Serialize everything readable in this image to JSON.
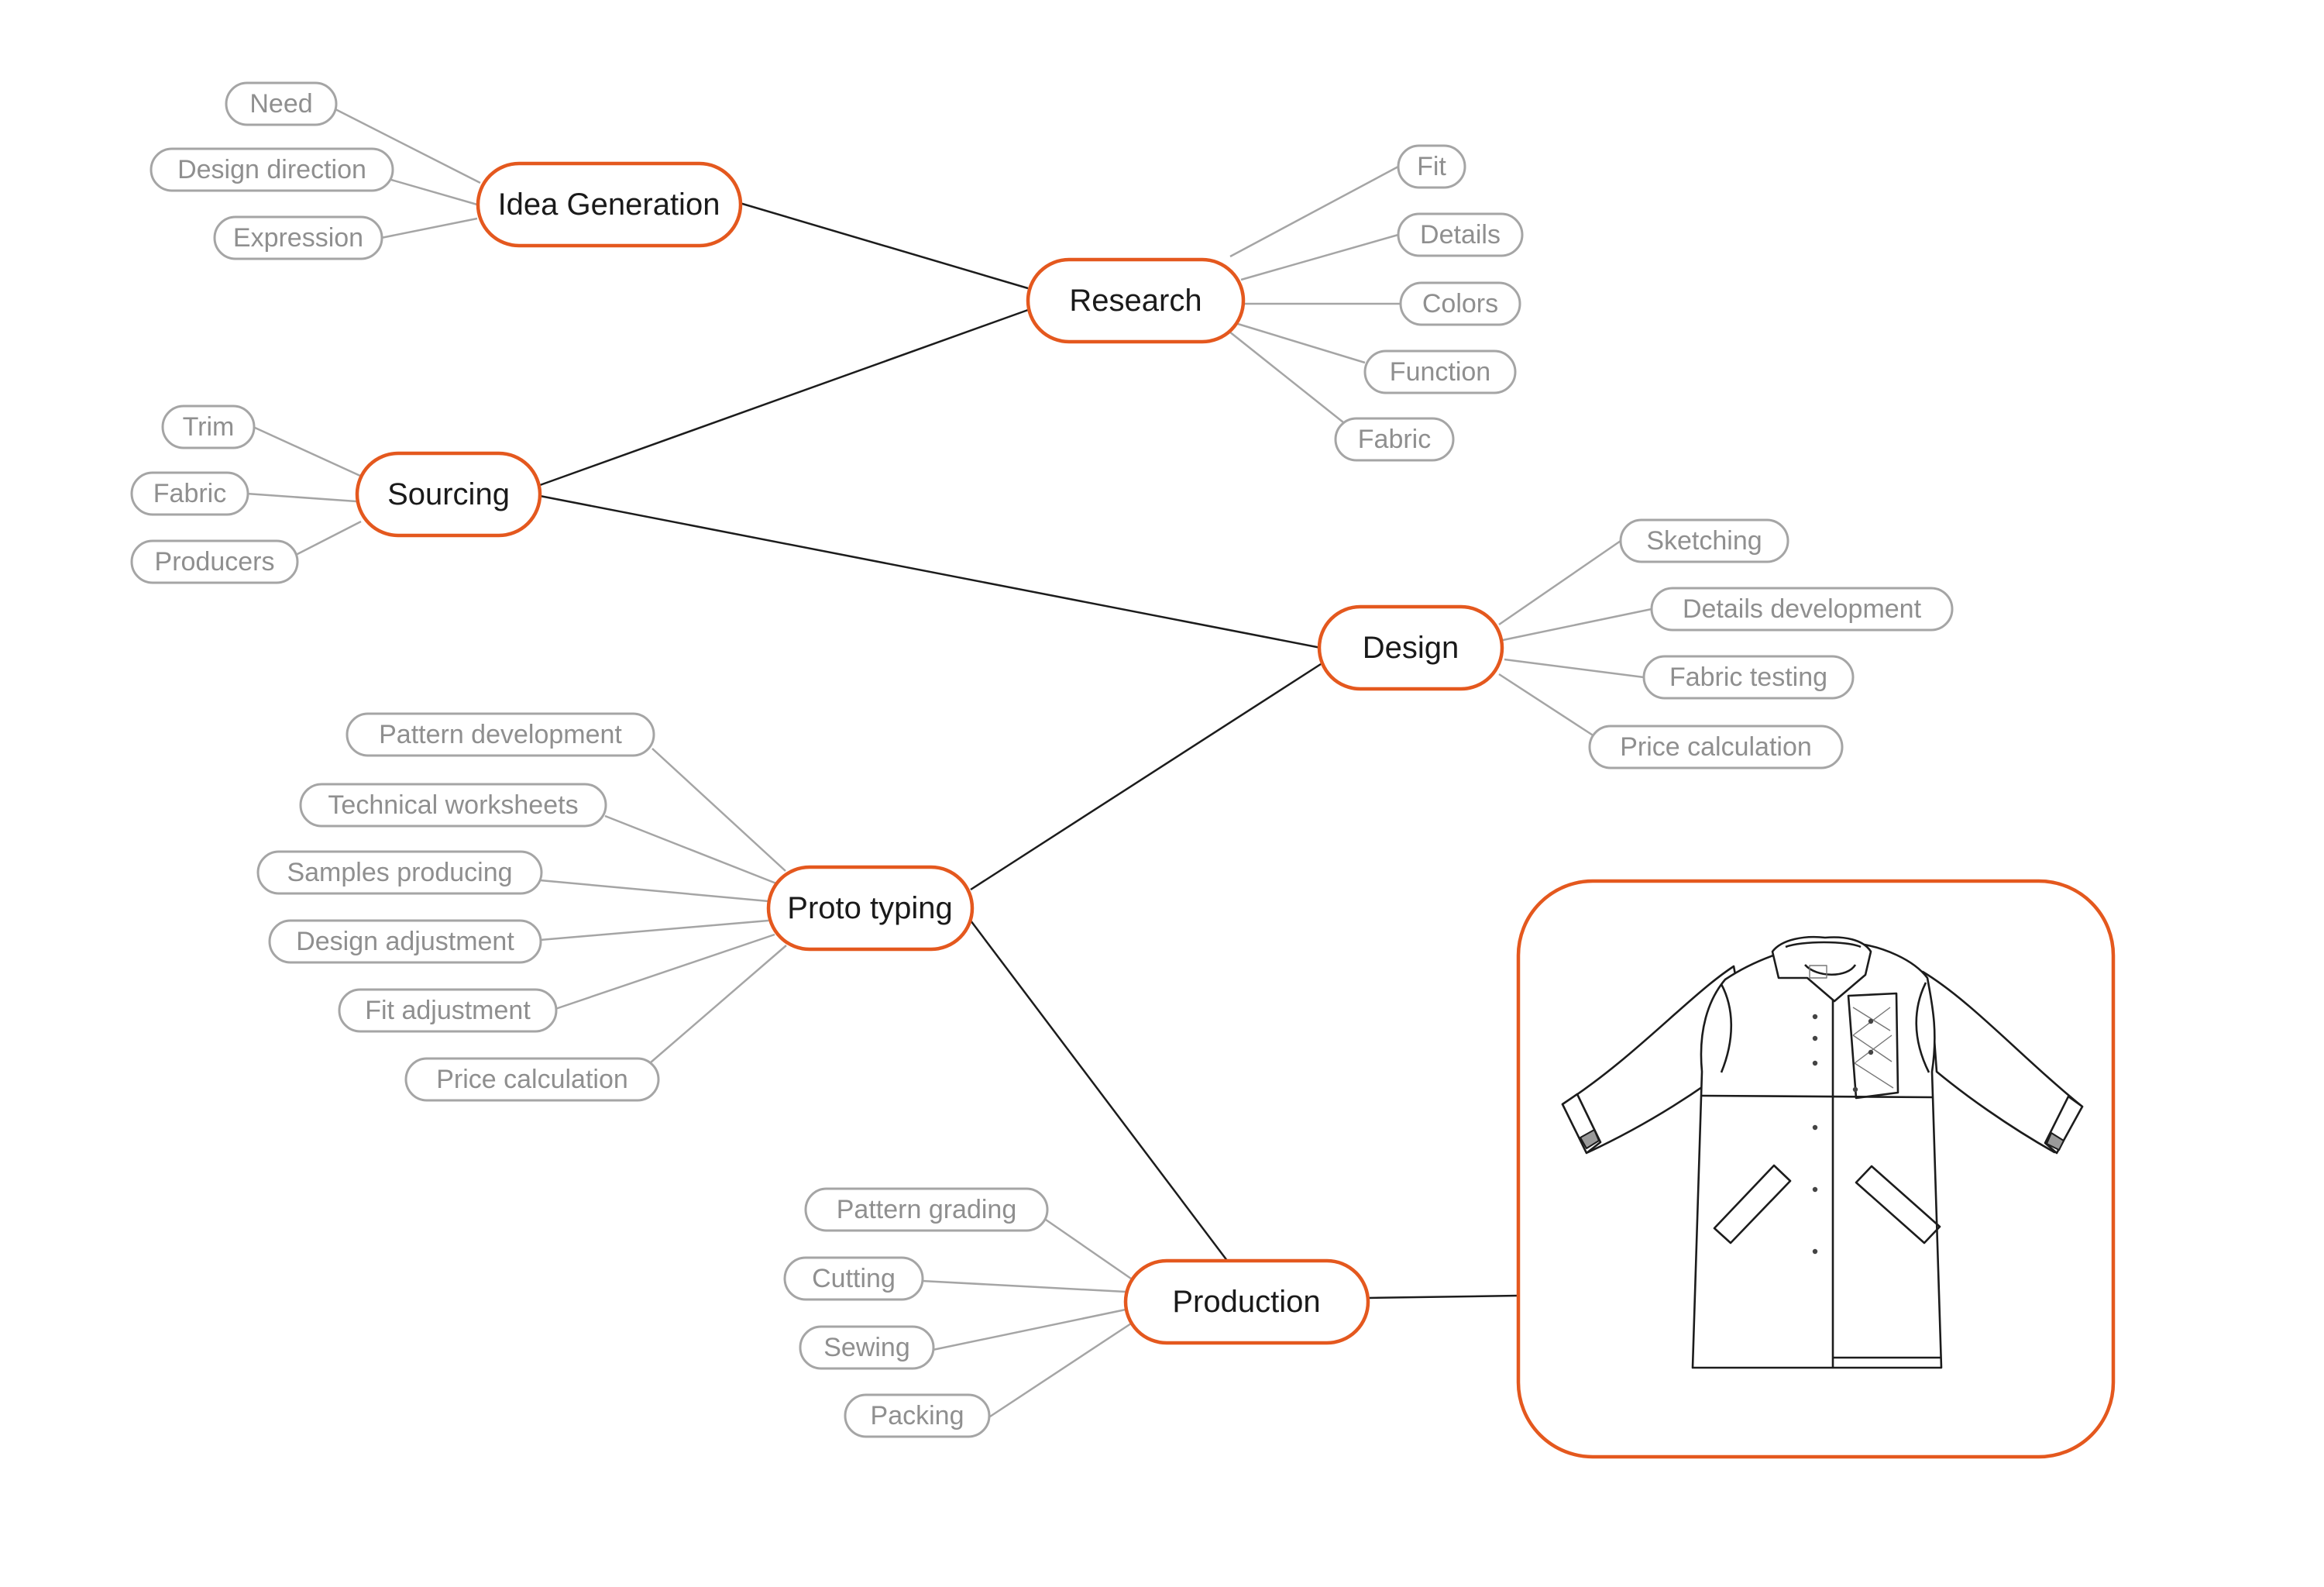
{
  "mind_map": {
    "main_nodes": {
      "idea_generation": "Idea Generation",
      "research": "Research",
      "sourcing": "Sourcing",
      "design": "Design",
      "proto_typing": "Proto typing",
      "production": "Production"
    },
    "idea_generation_items": [
      "Need",
      "Design direction",
      "Expression"
    ],
    "research_items": [
      "Fit",
      "Details",
      "Colors",
      "Function",
      "Fabric"
    ],
    "sourcing_items": [
      "Trim",
      "Fabric",
      "Producers"
    ],
    "design_items": [
      "Sketching",
      "Details development",
      "Fabric testing",
      "Price calculation"
    ],
    "proto_typing_items": [
      "Pattern development",
      "Technical worksheets",
      "Samples producing",
      "Design adjustment",
      "Fit adjustment",
      "Price calculation"
    ],
    "production_items": [
      "Pattern grading",
      "Cutting",
      "Sewing",
      "Packing"
    ]
  },
  "colors": {
    "accent": "#e4581e",
    "sub_outline": "#a5a5a5",
    "sub_text": "#8f8f8f",
    "main_text": "#1a1a1a"
  },
  "illustration": {
    "subject": "coat-technical-flat-sketch"
  }
}
